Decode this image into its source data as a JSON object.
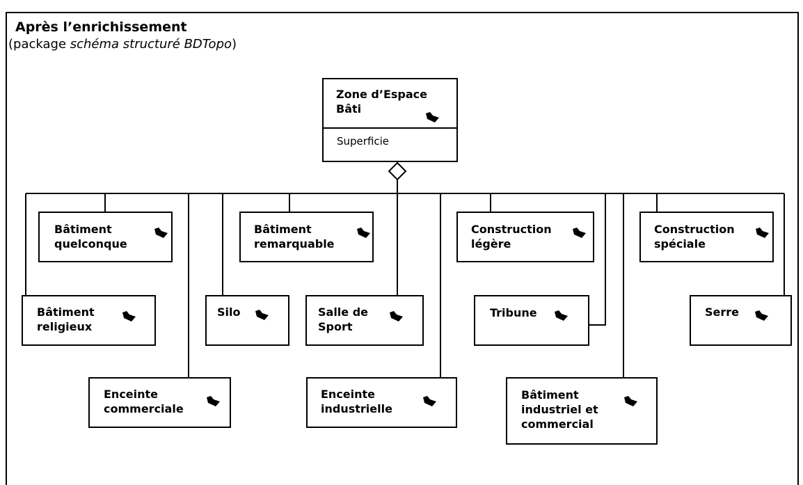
{
  "header": {
    "title": "Après l’enrichissement",
    "subtitle_open": "(package ",
    "subtitle_package": "schéma structuré BDTopo",
    "subtitle_close": ")"
  },
  "parent": {
    "name": "Zone d’Espace\nBâti",
    "attribute": "Superficie"
  },
  "classes": {
    "batiment_quelconque": "Bâtiment\nquelconque",
    "batiment_remarquable": "Bâtiment\nremarquable",
    "construction_legere": "Construction\nlégère",
    "construction_speciale": "Construction\nspéciale",
    "batiment_religieux": "Bâtiment\nreligieux",
    "silo": "Silo",
    "salle_de_sport": "Salle de\nSport",
    "tribune": "Tribune",
    "serre": "Serre",
    "enceinte_commerciale": "Enceinte\ncommerciale",
    "enceinte_industrielle": "Enceinte\nindustrielle",
    "batiment_industriel_commercial": "Bâtiment\nindustriel et\ncommercial"
  },
  "icon_name": "class-stereotype-icon"
}
